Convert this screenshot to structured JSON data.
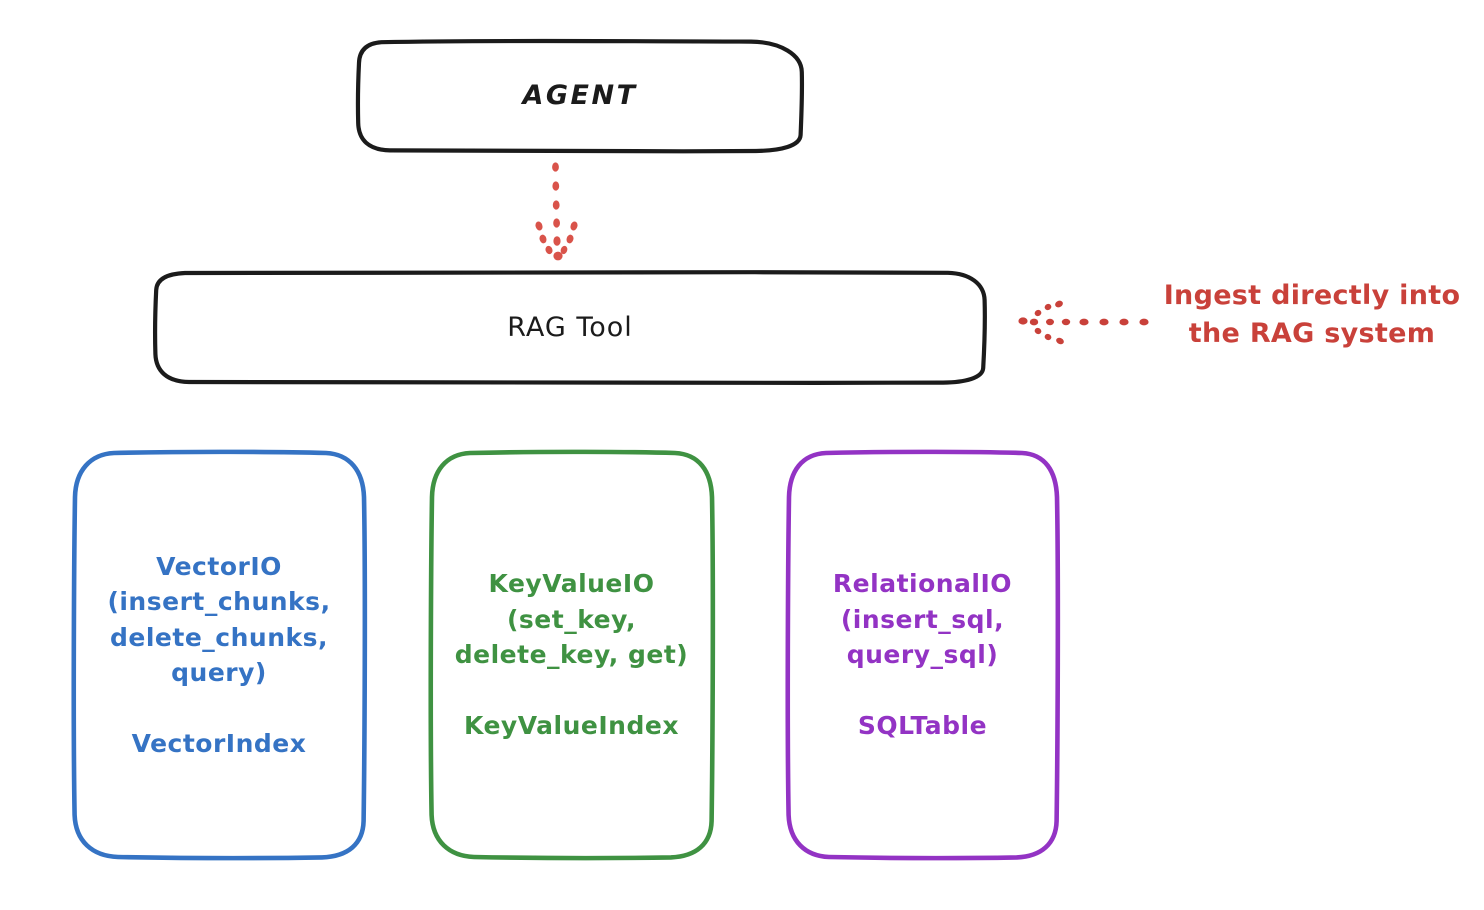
{
  "diagram": {
    "title_nodes": {
      "agent": "AGENT",
      "rag_tool": "RAG Tool"
    },
    "stores": [
      {
        "id": "vector-io",
        "label": "VectorIO\n(insert_chunks,\ndelete_chunks,\nquery)\n\nVectorIndex",
        "color": "#3573c4"
      },
      {
        "id": "key-value-io",
        "label": "KeyValueIO\n(set_key,\ndelete_key, get)\n\nKeyValueIndex",
        "color": "#3f9242"
      },
      {
        "id": "relational-io",
        "label": "RelationalIO\n(insert_sql,\nquery_sql)\n\nSQLTable",
        "color": "#9333c4"
      }
    ],
    "annotation": {
      "text": "Ingest directly into\nthe RAG system",
      "color": "#c9413a"
    },
    "edges": [
      {
        "id": "agent-to-rag-tool",
        "from": "AGENT",
        "to": "RAG Tool",
        "style": "dotted",
        "direction": "down",
        "color": "#d9534a"
      },
      {
        "id": "ingest-to-rag-tool",
        "from": "Ingest directly into the RAG system",
        "to": "RAG Tool",
        "style": "dotted",
        "direction": "left",
        "color": "#c9413a"
      }
    ],
    "colors": {
      "stroke_black": "#1b1b1b",
      "blue": "#3573c4",
      "green": "#3f9242",
      "purple": "#9333c4",
      "red": "#c9413a",
      "background": "#ffffff"
    }
  }
}
